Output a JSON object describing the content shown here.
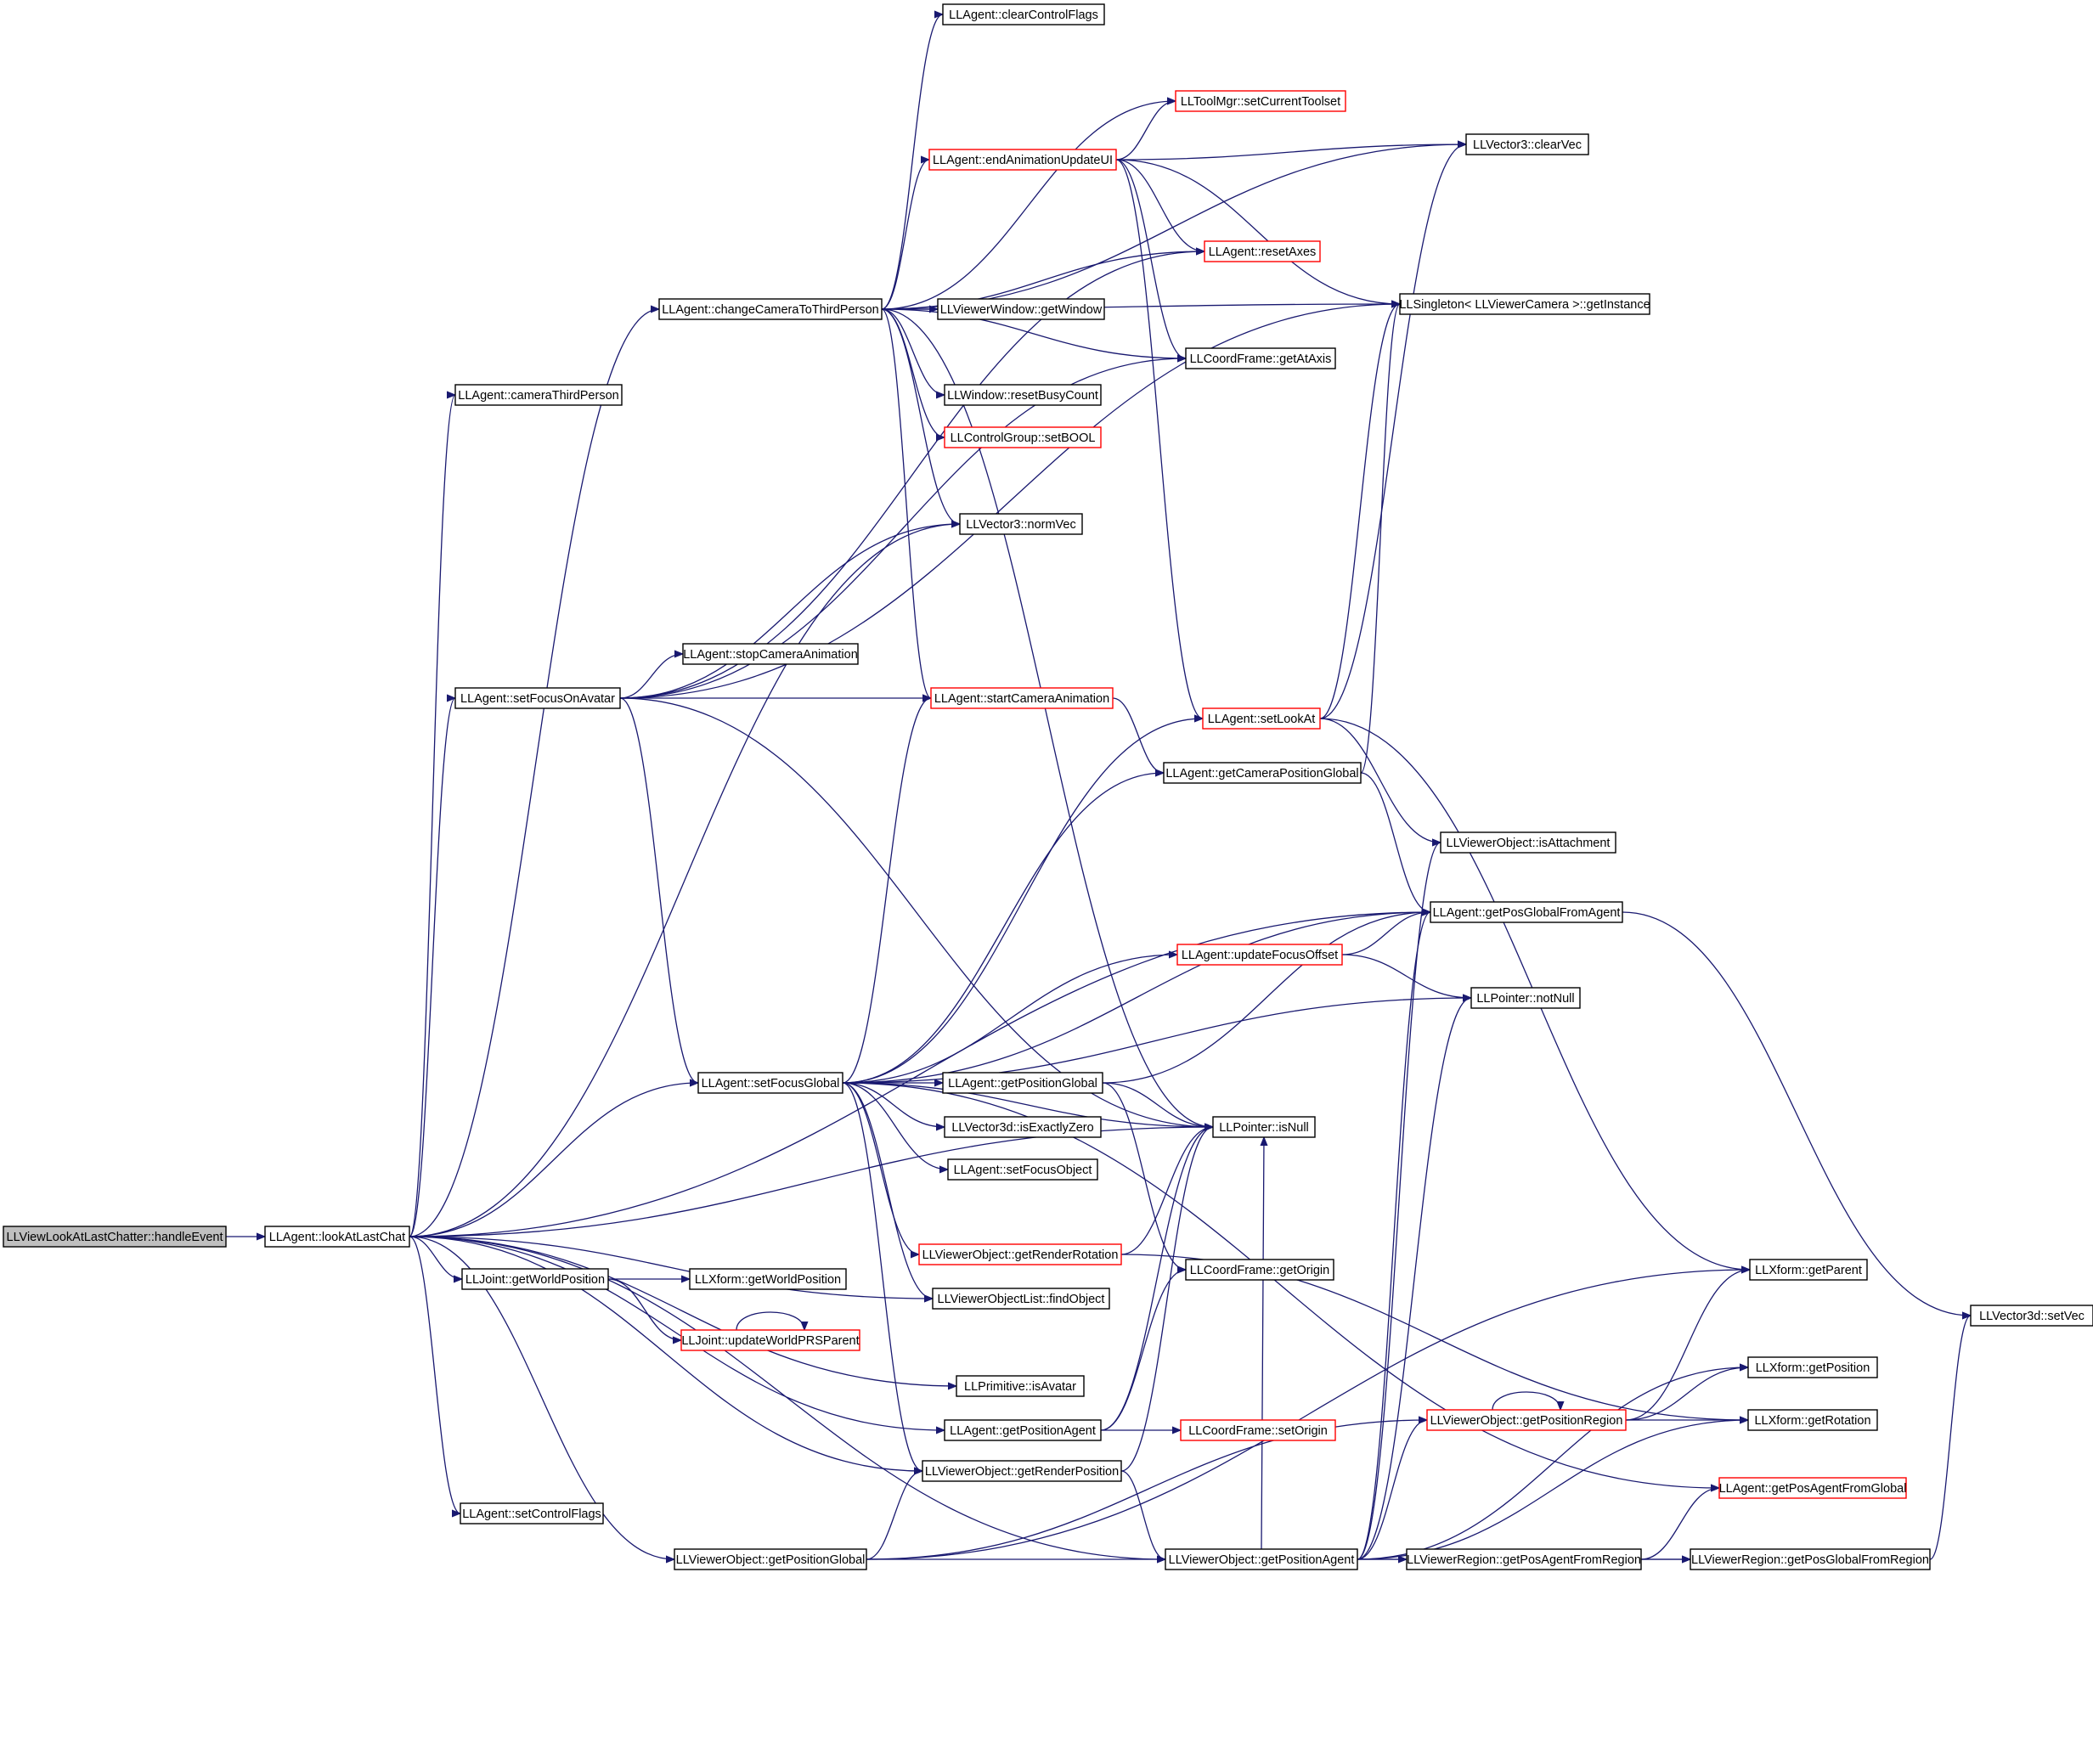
{
  "colors": {
    "edge": "#191970",
    "border": "#000000",
    "highlight_border": "#ff0000",
    "root_fill": "#bfbfbf",
    "background": "#ffffff"
  },
  "nodes": [
    {
      "id": "handleEvent",
      "label": "LLViewLookAtLastChatter::handleEvent",
      "style": "root"
    },
    {
      "id": "lookAtLastChat",
      "label": "LLAgent::lookAtLastChat",
      "style": "normal"
    },
    {
      "id": "cameraThirdPerson",
      "label": "LLAgent::cameraThirdPerson",
      "style": "normal"
    },
    {
      "id": "changeCameraToThirdPerson",
      "label": "LLAgent::changeCameraToThirdPerson",
      "style": "normal"
    },
    {
      "id": "clearControlFlags",
      "label": "LLAgent::clearControlFlags",
      "style": "normal"
    },
    {
      "id": "setCurrentToolset",
      "label": "LLToolMgr::setCurrentToolset",
      "style": "red"
    },
    {
      "id": "clearVec",
      "label": "LLVector3::clearVec",
      "style": "normal"
    },
    {
      "id": "endAnimationUpdateUI",
      "label": "LLAgent::endAnimationUpdateUI",
      "style": "red"
    },
    {
      "id": "resetAxes",
      "label": "LLAgent::resetAxes",
      "style": "red"
    },
    {
      "id": "getInstance",
      "label": "LLSingleton< LLViewerCamera >::getInstance",
      "style": "normal"
    },
    {
      "id": "getWindow",
      "label": "LLViewerWindow::getWindow",
      "style": "normal"
    },
    {
      "id": "getAtAxis",
      "label": "LLCoordFrame::getAtAxis",
      "style": "normal"
    },
    {
      "id": "resetBusyCount",
      "label": "LLWindow::resetBusyCount",
      "style": "normal"
    },
    {
      "id": "setBOOL",
      "label": "LLControlGroup::setBOOL",
      "style": "red"
    },
    {
      "id": "normVec",
      "label": "LLVector3::normVec",
      "style": "normal"
    },
    {
      "id": "stopCameraAnimation",
      "label": "LLAgent::stopCameraAnimation",
      "style": "normal"
    },
    {
      "id": "setFocusOnAvatar",
      "label": "LLAgent::setFocusOnAvatar",
      "style": "normal"
    },
    {
      "id": "startCameraAnimation",
      "label": "LLAgent::startCameraAnimation",
      "style": "red"
    },
    {
      "id": "setLookAt",
      "label": "LLAgent::setLookAt",
      "style": "red"
    },
    {
      "id": "getCameraPositionGlobal",
      "label": "LLAgent::getCameraPositionGlobal",
      "style": "normal"
    },
    {
      "id": "isAttachment",
      "label": "LLViewerObject::isAttachment",
      "style": "normal"
    },
    {
      "id": "getPosGlobalFromAgent",
      "label": "LLAgent::getPosGlobalFromAgent",
      "style": "normal"
    },
    {
      "id": "updateFocusOffset",
      "label": "LLAgent::updateFocusOffset",
      "style": "red"
    },
    {
      "id": "notNull",
      "label": "LLPointer::notNull",
      "style": "normal"
    },
    {
      "id": "setFocusGlobal",
      "label": "LLAgent::setFocusGlobal",
      "style": "normal"
    },
    {
      "id": "getPositionGlobalA",
      "label": "LLAgent::getPositionGlobal",
      "style": "normal"
    },
    {
      "id": "isNull",
      "label": "LLPointer::isNull",
      "style": "normal"
    },
    {
      "id": "isExactlyZero",
      "label": "LLVector3d::isExactlyZero",
      "style": "normal"
    },
    {
      "id": "setFocusObject",
      "label": "LLAgent::setFocusObject",
      "style": "normal"
    },
    {
      "id": "getRenderRotation",
      "label": "LLViewerObject::getRenderRotation",
      "style": "red"
    },
    {
      "id": "getOrigin",
      "label": "LLCoordFrame::getOrigin",
      "style": "normal"
    },
    {
      "id": "xfGetParent",
      "label": "LLXform::getParent",
      "style": "normal"
    },
    {
      "id": "getWorldPositionJ",
      "label": "LLJoint::getWorldPosition",
      "style": "normal"
    },
    {
      "id": "getWorldPositionX",
      "label": "LLXform::getWorldPosition",
      "style": "normal"
    },
    {
      "id": "findObject",
      "label": "LLViewerObjectList::findObject",
      "style": "normal"
    },
    {
      "id": "setVec",
      "label": "LLVector3d::setVec",
      "style": "normal"
    },
    {
      "id": "updateWorldPRSParent",
      "label": "LLJoint::updateWorldPRSParent",
      "style": "red"
    },
    {
      "id": "xfGetPosition",
      "label": "LLXform::getPosition",
      "style": "normal"
    },
    {
      "id": "isAvatar",
      "label": "LLPrimitive::isAvatar",
      "style": "normal"
    },
    {
      "id": "getPositionRegion",
      "label": "LLViewerObject::getPositionRegion",
      "style": "red"
    },
    {
      "id": "xfGetRotation",
      "label": "LLXform::getRotation",
      "style": "normal"
    },
    {
      "id": "getPositionAgentA",
      "label": "LLAgent::getPositionAgent",
      "style": "normal"
    },
    {
      "id": "setOrigin",
      "label": "LLCoordFrame::setOrigin",
      "style": "red"
    },
    {
      "id": "getRenderPosition",
      "label": "LLViewerObject::getRenderPosition",
      "style": "normal"
    },
    {
      "id": "getPosAgentFromGlobal",
      "label": "LLAgent::getPosAgentFromGlobal",
      "style": "red"
    },
    {
      "id": "setControlFlags",
      "label": "LLAgent::setControlFlags",
      "style": "normal"
    },
    {
      "id": "getPositionGlobalVO",
      "label": "LLViewerObject::getPositionGlobal",
      "style": "normal"
    },
    {
      "id": "getPositionAgentVO",
      "label": "LLViewerObject::getPositionAgent",
      "style": "normal"
    },
    {
      "id": "getPosAgentFromRegion",
      "label": "LLViewerRegion::getPosAgentFromRegion",
      "style": "normal"
    },
    {
      "id": "getPosGlobalFromRegion",
      "label": "LLViewerRegion::getPosGlobalFromRegion",
      "style": "normal"
    }
  ],
  "edges": [
    [
      "handleEvent",
      "lookAtLastChat"
    ],
    [
      "lookAtLastChat",
      "cameraThirdPerson"
    ],
    [
      "lookAtLastChat",
      "changeCameraToThirdPerson"
    ],
    [
      "lookAtLastChat",
      "setFocusOnAvatar"
    ],
    [
      "lookAtLastChat",
      "normVec"
    ],
    [
      "lookAtLastChat",
      "setFocusGlobal"
    ],
    [
      "lookAtLastChat",
      "getPosGlobalFromAgent"
    ],
    [
      "lookAtLastChat",
      "getWorldPositionJ"
    ],
    [
      "lookAtLastChat",
      "findObject"
    ],
    [
      "lookAtLastChat",
      "isAvatar"
    ],
    [
      "lookAtLastChat",
      "getPositionAgentA"
    ],
    [
      "lookAtLastChat",
      "getRenderPosition"
    ],
    [
      "lookAtLastChat",
      "setControlFlags"
    ],
    [
      "lookAtLastChat",
      "getPositionGlobalVO"
    ],
    [
      "lookAtLastChat",
      "getPositionAgentVO"
    ],
    [
      "lookAtLastChat",
      "isNull"
    ],
    [
      "changeCameraToThirdPerson",
      "clearControlFlags"
    ],
    [
      "changeCameraToThirdPerson",
      "setCurrentToolset"
    ],
    [
      "changeCameraToThirdPerson",
      "clearVec"
    ],
    [
      "changeCameraToThirdPerson",
      "endAnimationUpdateUI"
    ],
    [
      "changeCameraToThirdPerson",
      "resetAxes"
    ],
    [
      "changeCameraToThirdPerson",
      "getInstance"
    ],
    [
      "changeCameraToThirdPerson",
      "getWindow"
    ],
    [
      "changeCameraToThirdPerson",
      "getAtAxis"
    ],
    [
      "changeCameraToThirdPerson",
      "resetBusyCount"
    ],
    [
      "changeCameraToThirdPerson",
      "setBOOL"
    ],
    [
      "changeCameraToThirdPerson",
      "normVec"
    ],
    [
      "changeCameraToThirdPerson",
      "startCameraAnimation"
    ],
    [
      "changeCameraToThirdPerson",
      "isNull"
    ],
    [
      "endAnimationUpdateUI",
      "setCurrentToolset"
    ],
    [
      "endAnimationUpdateUI",
      "clearVec"
    ],
    [
      "endAnimationUpdateUI",
      "resetAxes"
    ],
    [
      "endAnimationUpdateUI",
      "getInstance"
    ],
    [
      "endAnimationUpdateUI",
      "getAtAxis"
    ],
    [
      "endAnimationUpdateUI",
      "setLookAt"
    ],
    [
      "setFocusOnAvatar",
      "normVec"
    ],
    [
      "setFocusOnAvatar",
      "resetAxes"
    ],
    [
      "setFocusOnAvatar",
      "getAtAxis"
    ],
    [
      "setFocusOnAvatar",
      "stopCameraAnimation"
    ],
    [
      "setFocusOnAvatar",
      "getInstance"
    ],
    [
      "setFocusOnAvatar",
      "startCameraAnimation"
    ],
    [
      "setFocusOnAvatar",
      "isNull"
    ],
    [
      "setFocusOnAvatar",
      "setFocusGlobal"
    ],
    [
      "startCameraAnimation",
      "getCameraPositionGlobal"
    ],
    [
      "setLookAt",
      "clearVec"
    ],
    [
      "setLookAt",
      "getInstance"
    ],
    [
      "setLookAt",
      "isAttachment"
    ],
    [
      "setLookAt",
      "xfGetParent"
    ],
    [
      "getCameraPositionGlobal",
      "getInstance"
    ],
    [
      "getCameraPositionGlobal",
      "getPosGlobalFromAgent"
    ],
    [
      "getPosGlobalFromAgent",
      "setVec"
    ],
    [
      "updateFocusOffset",
      "getPosGlobalFromAgent"
    ],
    [
      "updateFocusOffset",
      "notNull"
    ],
    [
      "setFocusGlobal",
      "startCameraAnimation"
    ],
    [
      "setFocusGlobal",
      "setLookAt"
    ],
    [
      "setFocusGlobal",
      "getCameraPositionGlobal"
    ],
    [
      "setFocusGlobal",
      "getPosGlobalFromAgent"
    ],
    [
      "setFocusGlobal",
      "updateFocusOffset"
    ],
    [
      "setFocusGlobal",
      "notNull"
    ],
    [
      "setFocusGlobal",
      "getPositionGlobalA"
    ],
    [
      "setFocusGlobal",
      "isNull"
    ],
    [
      "setFocusGlobal",
      "isExactlyZero"
    ],
    [
      "setFocusGlobal",
      "setFocusObject"
    ],
    [
      "setFocusGlobal",
      "getRenderRotation"
    ],
    [
      "setFocusGlobal",
      "findObject"
    ],
    [
      "setFocusGlobal",
      "getRenderPosition"
    ],
    [
      "setFocusGlobal",
      "getPosAgentFromGlobal"
    ],
    [
      "getPositionGlobalA",
      "isNull"
    ],
    [
      "getPositionGlobalA",
      "getPosGlobalFromAgent"
    ],
    [
      "getPositionGlobalA",
      "getOrigin"
    ],
    [
      "getRenderRotation",
      "isNull"
    ],
    [
      "getRenderRotation",
      "xfGetRotation"
    ],
    [
      "getWorldPositionJ",
      "getWorldPositionX"
    ],
    [
      "getWorldPositionJ",
      "updateWorldPRSParent"
    ],
    [
      "updateWorldPRSParent",
      "updateWorldPRSParent"
    ],
    [
      "getPositionAgentA",
      "isNull"
    ],
    [
      "getPositionAgentA",
      "getOrigin"
    ],
    [
      "getPositionAgentA",
      "setOrigin"
    ],
    [
      "getRenderPosition",
      "isNull"
    ],
    [
      "getRenderPosition",
      "getPositionAgentVO"
    ],
    [
      "getPositionGlobalVO",
      "getRenderPosition"
    ],
    [
      "getPositionGlobalVO",
      "xfGetParent"
    ],
    [
      "getPositionGlobalVO",
      "getPositionRegion"
    ],
    [
      "getPositionGlobalVO",
      "getPosGlobalFromRegion"
    ],
    [
      "getPositionAgentVO",
      "isAttachment"
    ],
    [
      "getPositionAgentVO",
      "getPosGlobalFromAgent"
    ],
    [
      "getPositionAgentVO",
      "notNull"
    ],
    [
      "getPositionAgentVO",
      "xfGetPosition"
    ],
    [
      "getPositionAgentVO",
      "getPositionRegion"
    ],
    [
      "getPositionAgentVO",
      "xfGetRotation"
    ],
    [
      "getPositionAgentVO",
      "getPosAgentFromRegion"
    ],
    [
      "getPositionAgentVO",
      "isNull"
    ],
    [
      "getPositionRegion",
      "getPositionRegion"
    ],
    [
      "getPositionRegion",
      "xfGetParent"
    ],
    [
      "getPositionRegion",
      "xfGetPosition"
    ],
    [
      "getPositionRegion",
      "xfGetRotation"
    ],
    [
      "getPosAgentFromRegion",
      "getPosGlobalFromRegion"
    ],
    [
      "getPosAgentFromRegion",
      "getPosAgentFromGlobal"
    ],
    [
      "getPosGlobalFromRegion",
      "setVec"
    ]
  ]
}
